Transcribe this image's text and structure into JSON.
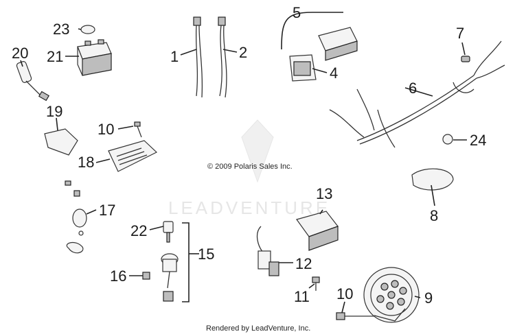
{
  "copyright": "© 2009 Polaris Sales Inc.",
  "watermark": "LEADVENTURE",
  "footer": "Rendered by LeadVenture, Inc.",
  "callouts": {
    "c1": "1",
    "c2": "2",
    "c4": "4",
    "c5": "5",
    "c6": "6",
    "c7": "7",
    "c8": "8",
    "c9": "9",
    "c10a": "10",
    "c10b": "10",
    "c11": "11",
    "c12": "12",
    "c13": "13",
    "c15": "15",
    "c16": "16",
    "c17": "17",
    "c18": "18",
    "c19": "19",
    "c20": "20",
    "c21": "21",
    "c22": "22",
    "c23": "23",
    "c24": "24"
  },
  "colors": {
    "line": "#222222",
    "watermark": "#e6e6e6"
  }
}
